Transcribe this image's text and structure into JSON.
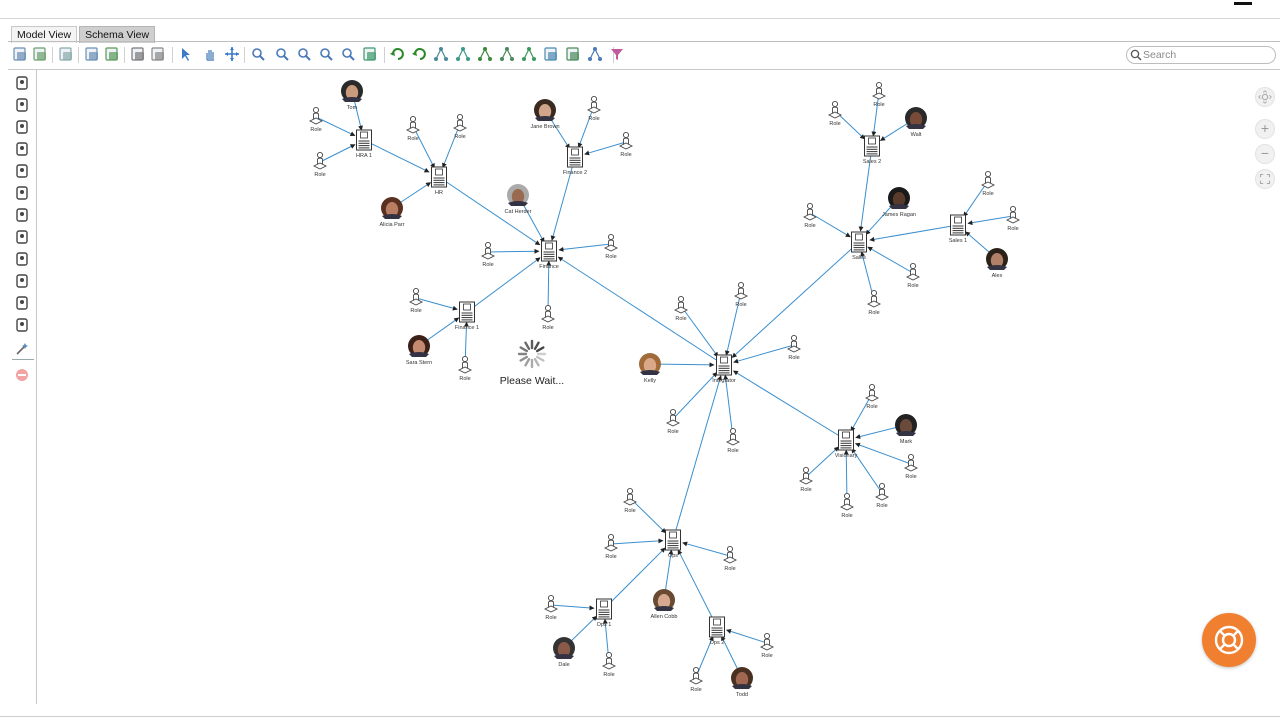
{
  "tabs": [
    "Model View",
    "Schema View"
  ],
  "active_tab": 1,
  "search": {
    "placeholder": "Search"
  },
  "toolbar_icons": [
    "new-model-icon",
    "import-icon",
    "add-icon",
    "copy-icon",
    "export-icon",
    "print-icon",
    "print-preview-icon",
    "select-pointer-icon",
    "pan-hand-icon",
    "move-icon",
    "zoom-in-icon",
    "zoom-out-icon",
    "zoom-fit-icon",
    "zoom-region-icon",
    "zoom-actual-icon",
    "fit-layout-icon",
    "undo-icon",
    "redo-icon",
    "layout-hierarchical-icon",
    "layout-circular-icon",
    "layout-organic-icon",
    "layout-grid-icon",
    "layout-orthogonal-icon",
    "align-icon",
    "refresh-layout-icon",
    "tree-icon",
    "filter-icon"
  ],
  "sidebar_icons": [
    "role-icon",
    "document-icon",
    "person-icon",
    "group-icon",
    "crossed-tools-icon",
    "target-circle-icon",
    "network-icon",
    "connect-nodes-icon",
    "monitor-icon",
    "chart-icon",
    "dart-target-icon",
    "gear-burst-icon",
    "magic-wand-icon",
    "remove-icon"
  ],
  "loading": {
    "text": "Please Wait..."
  },
  "hubs": [
    {
      "id": "finance",
      "label": "Finance"
    },
    {
      "id": "hr",
      "label": "HR"
    },
    {
      "id": "hra1",
      "label": "HRA 1"
    },
    {
      "id": "finance2",
      "label": "Finance 2"
    },
    {
      "id": "finance1",
      "label": "Finance 1"
    },
    {
      "id": "integrator",
      "label": "Integrator"
    },
    {
      "id": "sales",
      "label": "Sales"
    },
    {
      "id": "sales2",
      "label": "Sales 2"
    },
    {
      "id": "sales1",
      "label": "Sales 1"
    },
    {
      "id": "visionary",
      "label": "Visionary"
    },
    {
      "id": "ops",
      "label": "Ops"
    },
    {
      "id": "ops1",
      "label": "Ops 1"
    },
    {
      "id": "ops2",
      "label": "Ops 2"
    }
  ],
  "people": [
    {
      "id": "tom",
      "label": "Tom",
      "hub": "hra1"
    },
    {
      "id": "alicia",
      "label": "Alicia Parr",
      "hub": "hr"
    },
    {
      "id": "jane",
      "label": "Jane Brown",
      "hub": "finance2"
    },
    {
      "id": "cat",
      "label": "Cat Herder",
      "hub": "finance"
    },
    {
      "id": "sara",
      "label": "Sara Stern",
      "hub": "finance1"
    },
    {
      "id": "kelly",
      "label": "Kelly",
      "hub": "integrator"
    },
    {
      "id": "walt",
      "label": "Walt",
      "hub": "sales2"
    },
    {
      "id": "james",
      "label": "James Ragan",
      "hub": "sales"
    },
    {
      "id": "alex",
      "label": "Alex",
      "hub": "sales1"
    },
    {
      "id": "mark",
      "label": "Mark",
      "hub": "visionary"
    },
    {
      "id": "allen",
      "label": "Allen Cobb",
      "hub": "ops"
    },
    {
      "id": "dale",
      "label": "Dale",
      "hub": "ops1"
    },
    {
      "id": "todd",
      "label": "Todd",
      "hub": "ops2"
    }
  ],
  "role_label": "Role",
  "roles": [
    {
      "hub": "hra1"
    },
    {
      "hub": "hra1"
    },
    {
      "hub": "hr"
    },
    {
      "hub": "hr"
    },
    {
      "hub": "finance2"
    },
    {
      "hub": "finance2"
    },
    {
      "hub": "finance"
    },
    {
      "hub": "finance"
    },
    {
      "hub": "finance"
    },
    {
      "hub": "finance1"
    },
    {
      "hub": "finance1"
    },
    {
      "hub": "integrator"
    },
    {
      "hub": "integrator"
    },
    {
      "hub": "integrator"
    },
    {
      "hub": "integrator"
    },
    {
      "hub": "integrator"
    },
    {
      "hub": "sales2"
    },
    {
      "hub": "sales2"
    },
    {
      "hub": "sales"
    },
    {
      "hub": "sales"
    },
    {
      "hub": "sales"
    },
    {
      "hub": "sales1"
    },
    {
      "hub": "sales1"
    },
    {
      "hub": "visionary"
    },
    {
      "hub": "visionary"
    },
    {
      "hub": "visionary"
    },
    {
      "hub": "visionary"
    },
    {
      "hub": "visionary"
    },
    {
      "hub": "ops"
    },
    {
      "hub": "ops"
    },
    {
      "hub": "ops"
    },
    {
      "hub": "ops1"
    },
    {
      "hub": "ops1"
    },
    {
      "hub": "ops2"
    },
    {
      "hub": "ops2"
    }
  ],
  "hub_links": [
    [
      "finance",
      "hr"
    ],
    [
      "hr",
      "hra1"
    ],
    [
      "finance",
      "finance2"
    ],
    [
      "finance",
      "finance1"
    ],
    [
      "finance",
      "integrator"
    ],
    [
      "integrator",
      "sales"
    ],
    [
      "sales",
      "sales2"
    ],
    [
      "sales",
      "sales1"
    ],
    [
      "integrator",
      "visionary"
    ],
    [
      "integrator",
      "ops"
    ],
    [
      "ops",
      "ops1"
    ],
    [
      "ops",
      "ops2"
    ]
  ],
  "colors": {
    "edge": "#3a8fcf",
    "accent": "#f08030"
  }
}
